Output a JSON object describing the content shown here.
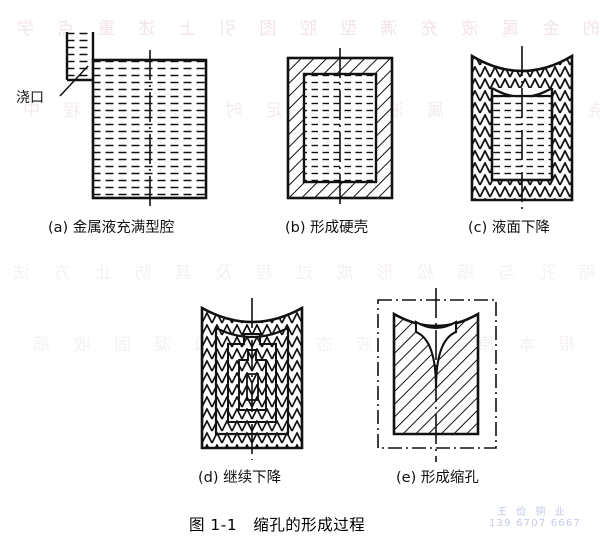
{
  "figure": {
    "caption": "图 1-1　缩孔的形成过程",
    "caption_number": "图 1-1",
    "caption_title": "缩孔的形成过程",
    "subfigures": [
      {
        "key": "a",
        "label": "(a) 金属液充满型腔",
        "letter": "(a)",
        "text": "金属液充满型腔"
      },
      {
        "key": "b",
        "label": "(b) 形成硬壳",
        "letter": "(b)",
        "text": "形成硬壳"
      },
      {
        "key": "c",
        "label": "(c) 液面下降",
        "letter": "(c)",
        "text": "液面下降"
      },
      {
        "key": "d",
        "label": "(d) 继续下降",
        "letter": "(d)",
        "text": "继续下降"
      },
      {
        "key": "e",
        "label": "(e) 形成缩孔",
        "letter": "(e)",
        "text": "形成缩孔"
      }
    ],
    "annotations": [
      {
        "name": "pouring-gate",
        "text": "浇口"
      }
    ]
  },
  "watermark": {
    "company": "王 俭 铜 业",
    "phone": "139 6707 6667"
  },
  "ghost_text": {
    "line1": "性 形 程 的 金 属 液 充 满 型 腔 图 引 上 述 重 点 学",
    "line2": "空 缩 孔 浇 注 的 金 属 液 量 不 足 时 凝 固 过 程 中",
    "line3": "铸 件 的 缩 孔 与 缩 松 形 成 过 程 及 其 防 止 方 法",
    "line4": "产 生 缩 孔 的 根 本 原 因 是 液 态 收 缩 和 凝 固 收 缩"
  },
  "colors": {
    "ink": "#111111",
    "paper": "#ffffff",
    "watermark": "#6e7dcd",
    "ghost": "#c996a0"
  }
}
